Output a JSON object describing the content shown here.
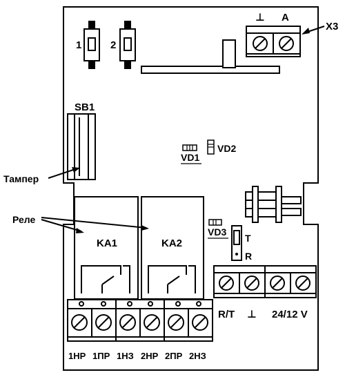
{
  "labels": {
    "x3": "X3",
    "ground_top": "⊥",
    "a": "A",
    "btn1": "1",
    "btn2": "2",
    "sb1": "SB1",
    "tamper": "Тампер",
    "vd1": "VD1",
    "vd2": "VD2",
    "vd3": "VD3",
    "relay": "Реле",
    "ka1": "KA1",
    "ka2": "KA2",
    "t": "T",
    "r": "R",
    "rt": "R/T",
    "ground_bottom": "⊥",
    "power": "24/12 V",
    "terminals": [
      "1НР",
      "1ПР",
      "1НЗ",
      "2НР",
      "2ПР",
      "2НЗ"
    ]
  }
}
